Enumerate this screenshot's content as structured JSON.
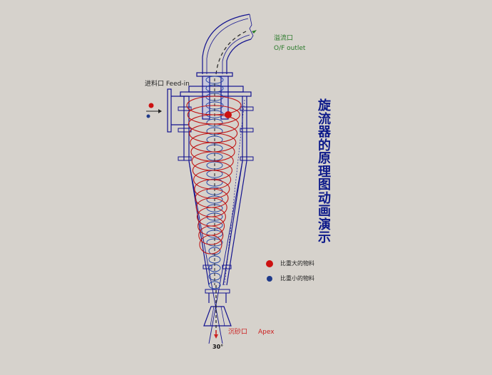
{
  "title": "旋流器的原理图动画演示",
  "labels": {
    "overflow_cn": "溢流口",
    "overflow_en": "O/F outlet",
    "feed": "进料口 Feed-in",
    "apex_cn": "沉砂口",
    "apex_en": "Apex",
    "angle": "30°"
  },
  "legend": [
    {
      "label": "比重大的物料",
      "color": "#cc1111"
    },
    {
      "label": "比重小的物料",
      "color": "#1f3a8a"
    }
  ],
  "colors": {
    "structure": "#13138f",
    "heavy": "#c01818",
    "light": "#2040a0",
    "overflow_text": "#2a7a2a",
    "apex_text": "#cc2020"
  }
}
